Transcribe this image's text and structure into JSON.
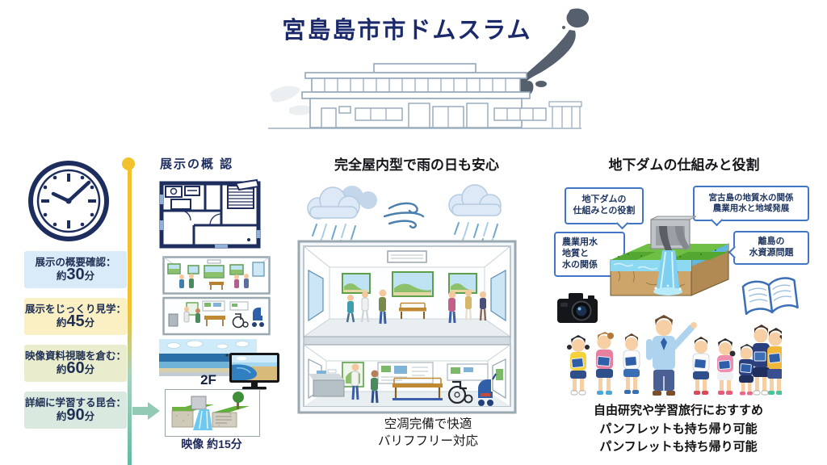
{
  "title": "宮島島市市ドムスラム",
  "colors": {
    "navy": "#1b2a6b",
    "callout_border": "#4076c4",
    "timeline_yellow": "#f2c12e",
    "timeline_green": "#63b9a4"
  },
  "left_panel": {
    "schedule": [
      {
        "label": "展示の概要確認：",
        "approx": "約",
        "value": "30",
        "unit": "分",
        "bg": "#d9eaf8"
      },
      {
        "label": "展示をじっくり見学：",
        "approx": "約",
        "value": "45",
        "unit": "分",
        "bg": "#fbf0c4"
      },
      {
        "label": "映像資料視聴を倉む：",
        "approx": "約",
        "value": "60",
        "unit": "分",
        "bg": "#e9edcd"
      },
      {
        "label": "詳細に学習する昆合：",
        "approx": "約",
        "value": "90",
        "unit": "分",
        "bg": "#d9e9df"
      }
    ]
  },
  "plan_column": {
    "header": "展示の概 認",
    "floor_label": "2F",
    "video_caption": "映像 約15分"
  },
  "indoor_column": {
    "header": "完全屋内型で雨の日も安心",
    "captions": [
      "空凋完備で快適",
      "バリフフリー対応"
    ]
  },
  "dam_column": {
    "header": "地下ダムの仕組みと役割",
    "callouts": [
      {
        "lines": [
          "地下ダムの",
          "仕組みとの役割"
        ]
      },
      {
        "lines": [
          "宮古島の地質水の関係",
          "農業用水と地域発展"
        ]
      },
      {
        "lines": [
          "農業用水",
          "地質と",
          "水の関係"
        ]
      },
      {
        "lines": [
          "離島の",
          "水資源問題"
        ]
      }
    ],
    "notes": [
      "自由研究や学習旅行におすすめ",
      "パンフレットも持ち帰り可能",
      "パンフレットも持ち帰り可能"
    ]
  }
}
